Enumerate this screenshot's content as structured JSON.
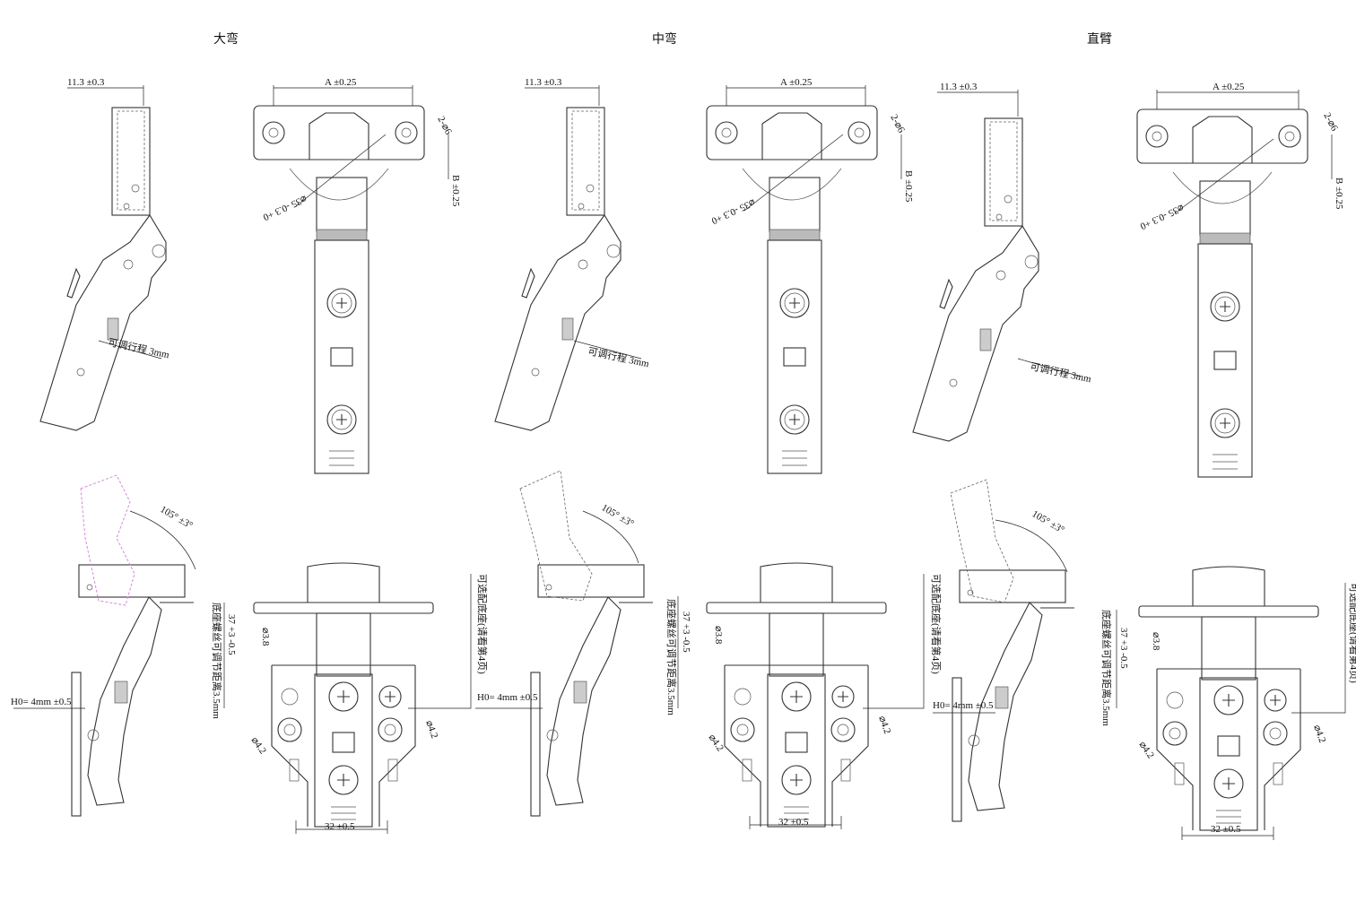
{
  "titles": {
    "big_bend": "大弯",
    "mid_bend": "中弯",
    "straight": "直臂"
  },
  "labels": {
    "dim_11_3": "11.3 ±0.3",
    "dim_a": "A ±0.25",
    "dim_b": "B ±0.25",
    "hole_2x6": "2-⌀6",
    "cup_35": "⌀35 -0.3 +0",
    "travel": "可调行程 3mm",
    "angle": "105° ±3°",
    "h0": "H0= 4mm ±0.5",
    "dim_37": "37 +3 -0.5",
    "dia_3_8": "⌀3.8",
    "dia_4_2": "⌀4.2",
    "dim_32": "32 ±0.5",
    "base_screw": "底座螺丝可调节距离3.5mm",
    "optional_base": "可选配底座(请看第4页)"
  }
}
